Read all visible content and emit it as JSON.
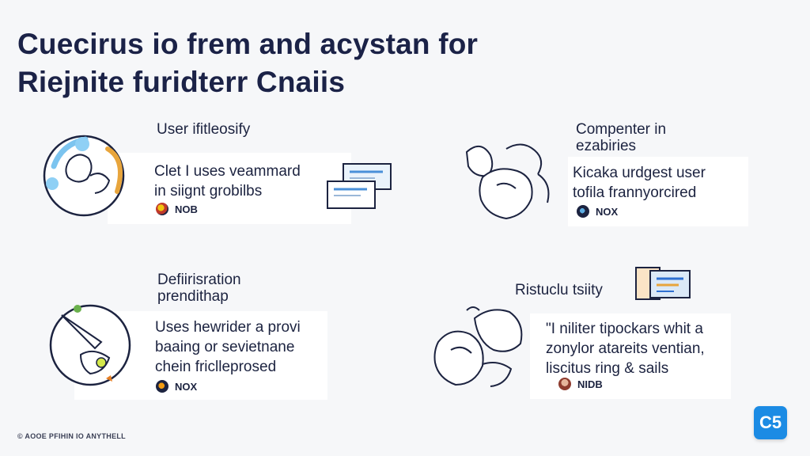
{
  "title": {
    "line1": "Cuecirus io frem and acystan for",
    "line2": "Riejnite furidterr Cnaiis"
  },
  "sections": [
    {
      "heading": [
        "User ifitleosify"
      ],
      "text": [
        "Clet I uses veammard",
        "in siignt grobilbs"
      ],
      "badge": "NOB",
      "badge_color": "#c0392b"
    },
    {
      "heading": [
        "Compenter in",
        "ezabiries"
      ],
      "text": [
        "Kicaka urdgest user",
        "tofila frannyorcired"
      ],
      "badge": "NOX",
      "badge_color": "#1c2340"
    },
    {
      "heading": [
        "Defiirisration",
        "prendithap"
      ],
      "text": [
        "Uses hewrider a provi",
        "baaing or sevietnane",
        "chein friclleprosed"
      ],
      "badge": "NOX",
      "badge_color": "#d35400"
    },
    {
      "heading": [
        "Ristuclu tsiity"
      ],
      "text": [
        "\"I niliter tipockars whit a",
        "zonylor atareits ventian,",
        "liscitus ring & sails"
      ],
      "badge": "NIDB",
      "badge_color": "#8e3b2e"
    }
  ],
  "footer": "© AOOE PFIHIN IO ANYTHELL",
  "logo_text": "C5",
  "colors": {
    "background": "#f6f7f9",
    "title": "#1b2247",
    "accent_blue": "#1b8be4",
    "accent_orange": "#e8a53c"
  }
}
